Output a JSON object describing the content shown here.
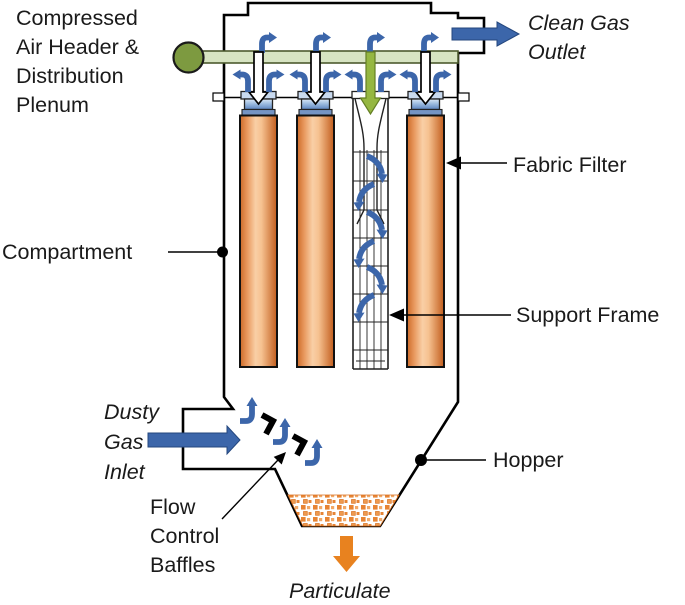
{
  "figure": {
    "type": "technical-diagram",
    "subject": "Pulse-jet fabric filter baghouse dust collector"
  },
  "labels": {
    "compressed_air_header": {
      "lines": [
        "Compressed",
        "Air Header &",
        "Distribution",
        "Plenum"
      ]
    },
    "clean_gas_outlet": {
      "lines": [
        "Clean Gas",
        "Outlet"
      ]
    },
    "fabric_filter": "Fabric Filter",
    "compartment": "Compartment",
    "support_frame": "Support Frame",
    "hopper": "Hopper",
    "dusty_gas_inlet": {
      "lines": [
        "Dusty",
        "Gas",
        "Inlet"
      ]
    },
    "flow_control_baffles": {
      "lines": [
        "Flow",
        "Control",
        "Baffles"
      ]
    },
    "particulate": "Particulate"
  },
  "colors": {
    "arrow_blue": "#3c66aa",
    "pipe_fill_green": "#d7e4c2",
    "header_circle_green": "#7d9a40",
    "pulse_arrow_green": "#95b741",
    "filter_bag_orange": "#e07b33",
    "cap_blue": "#5b84c0",
    "particulate_orange": "#e78434",
    "outline_black": "#000000"
  }
}
